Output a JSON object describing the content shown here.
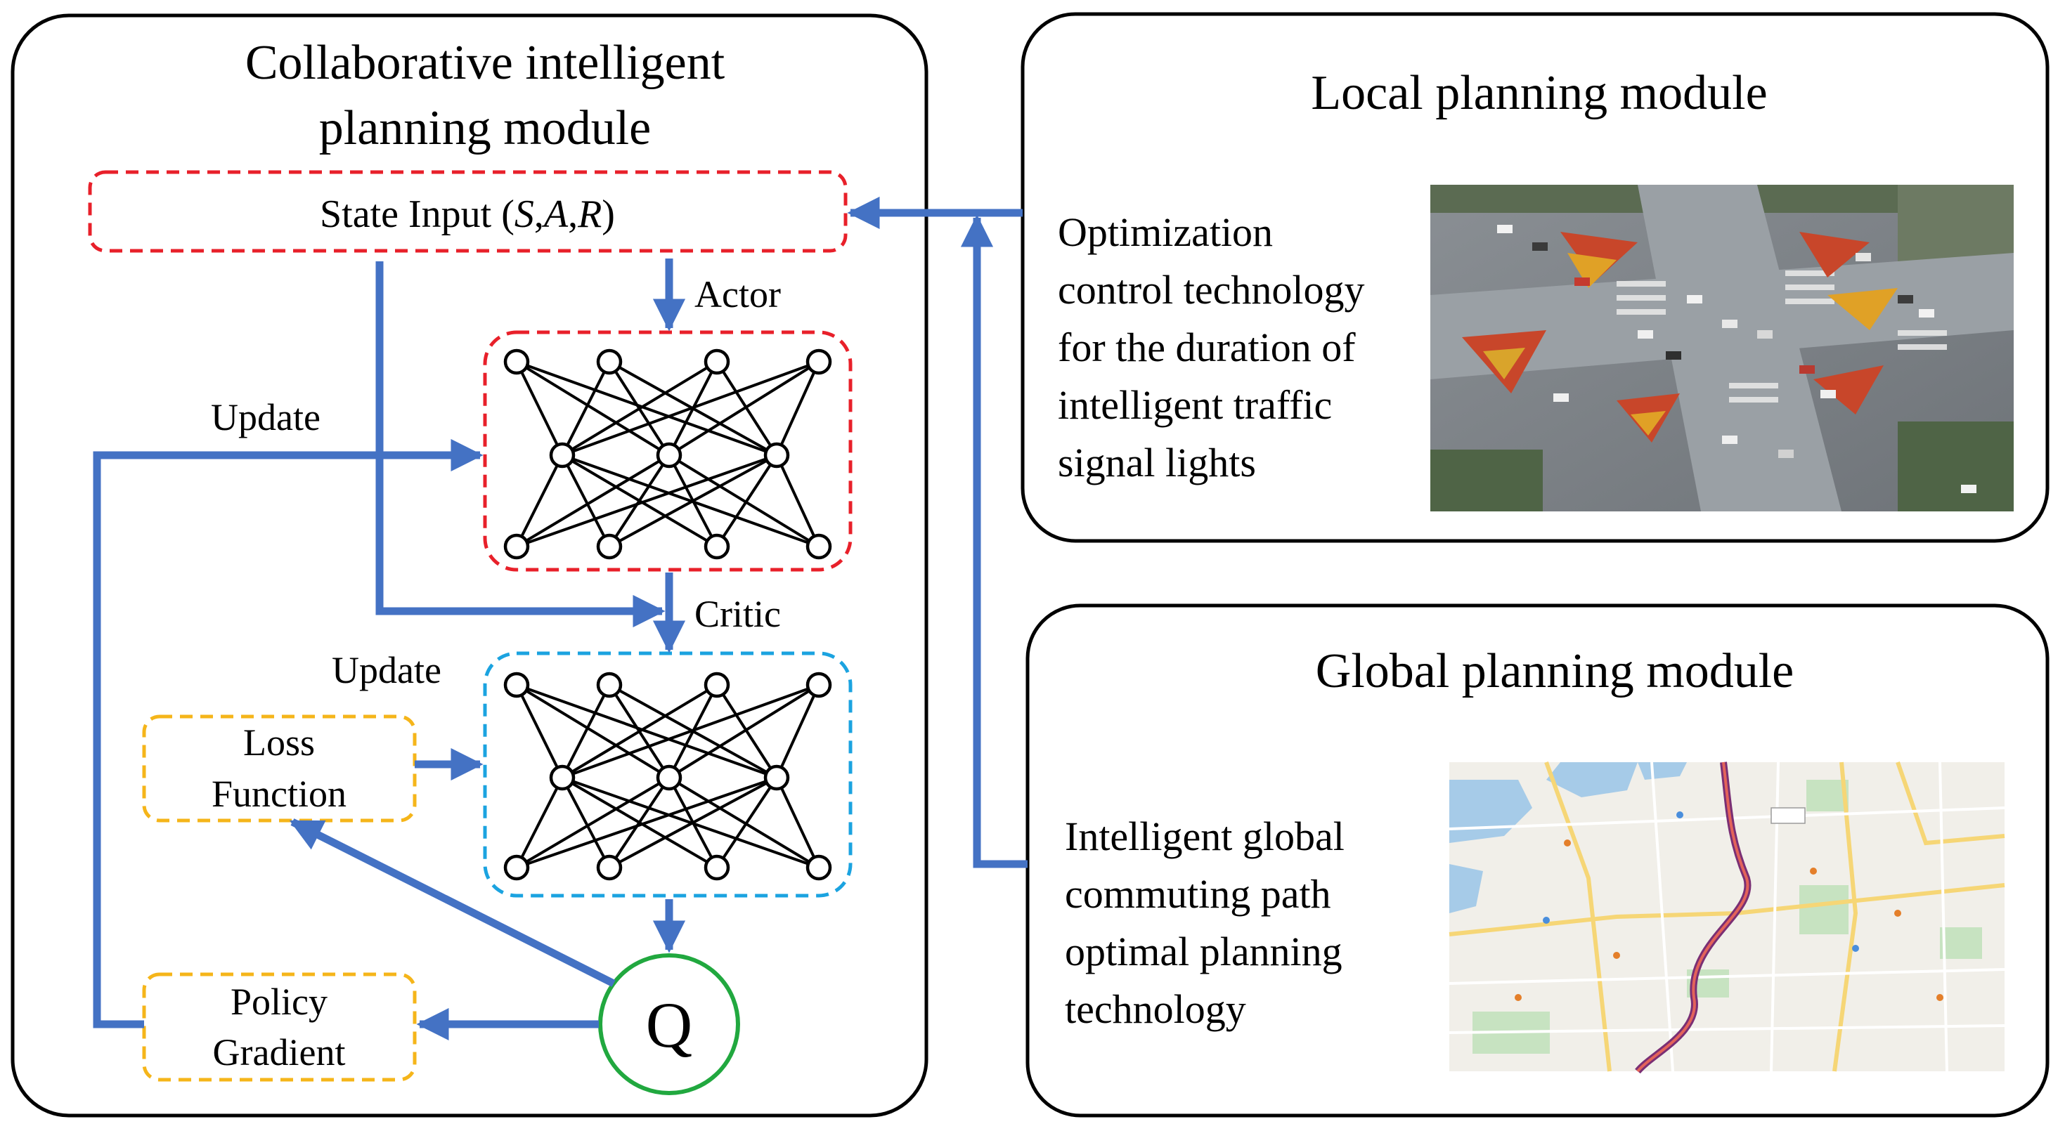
{
  "collab_module": {
    "title_line1": "Collaborative intelligent",
    "title_line2": "planning module",
    "state_input": {
      "text": "State Input (",
      "s": "S",
      "c1": ",",
      "a": "A",
      "c2": ",",
      "r": "R",
      "close": ")"
    },
    "actor_label": "Actor",
    "critic_label": "Critic",
    "update_label_top": "Update",
    "update_label_bottom": "Update",
    "loss_line1": "Loss",
    "loss_line2": "Function",
    "policy_line1": "Policy",
    "policy_line2": "Gradient",
    "q_label": "Q"
  },
  "local_module": {
    "title": "Local planning module",
    "desc_lines": [
      "Optimization",
      "control technology",
      "for the duration of",
      "intelligent traffic",
      "signal lights"
    ]
  },
  "global_module": {
    "title": "Global planning module",
    "desc_lines": [
      "Intelligent global",
      "commuting path",
      "optimal planning",
      "technology"
    ]
  },
  "colors": {
    "arrow": "#4472c4",
    "actor_border": "#e8202a",
    "critic_border": "#1ba3e0",
    "loss_border": "#f5b51a",
    "q_circle": "#21a83f"
  }
}
